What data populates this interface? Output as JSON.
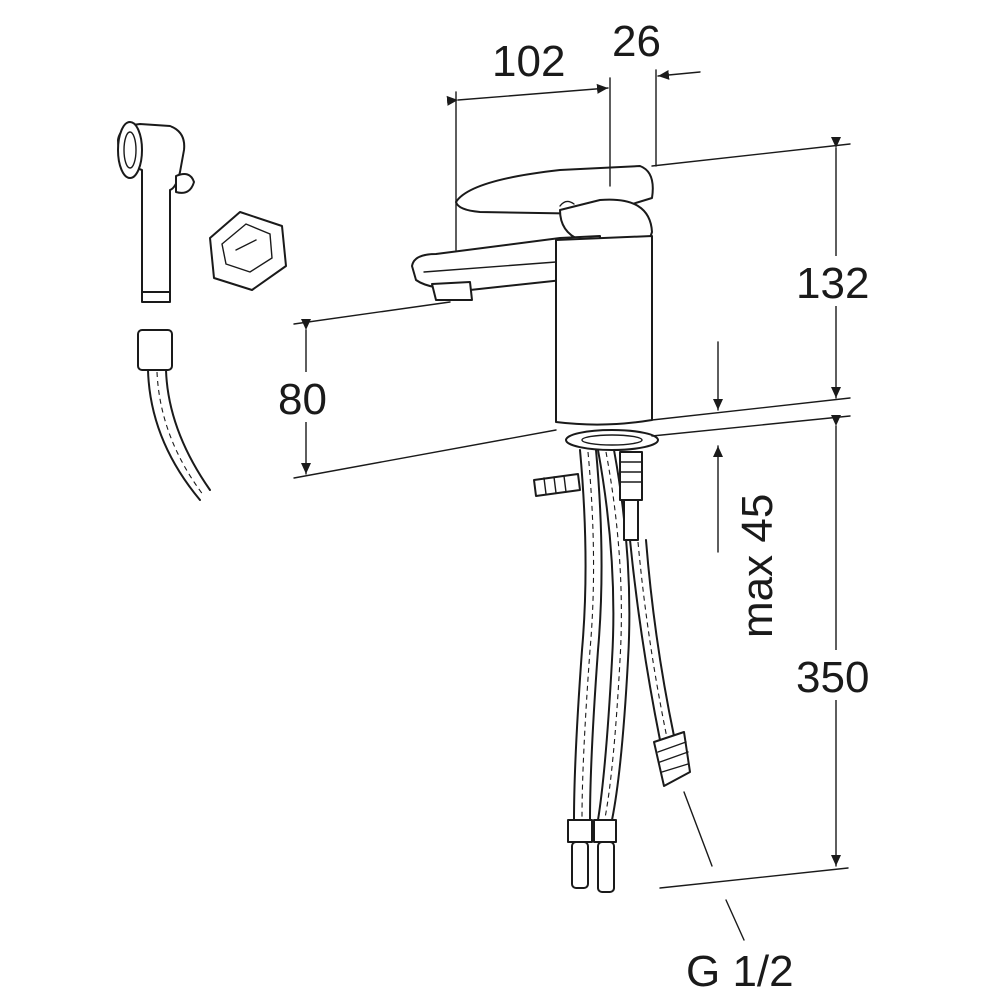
{
  "dimensions": {
    "handle_reach": "102",
    "handle_offset": "26",
    "body_height": "132",
    "spout_height": "80",
    "deck_thickness": "max 45",
    "hose_length": "350",
    "connection_thread": "G 1/2"
  },
  "colors": {
    "line": "#1a1a1a",
    "background": "#ffffff"
  }
}
